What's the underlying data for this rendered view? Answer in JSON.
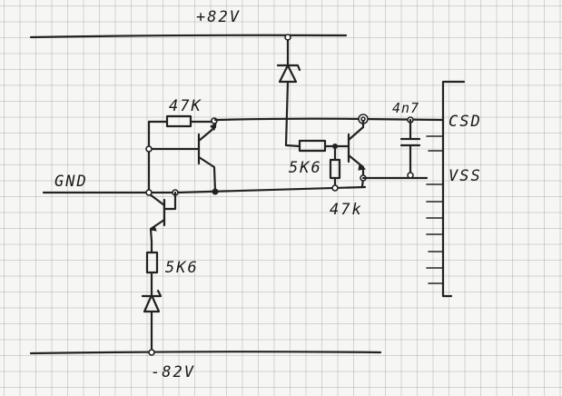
{
  "rails": {
    "top": "+82V",
    "bottom": "-82V",
    "ground": "GND"
  },
  "components": {
    "r_top_left": "47K",
    "r_mid": "5K6",
    "r_small": "47k",
    "r_bottom_left": "5K6",
    "cap": "4n7"
  },
  "pins": {
    "csd": "CSD",
    "vss": "VSS"
  }
}
